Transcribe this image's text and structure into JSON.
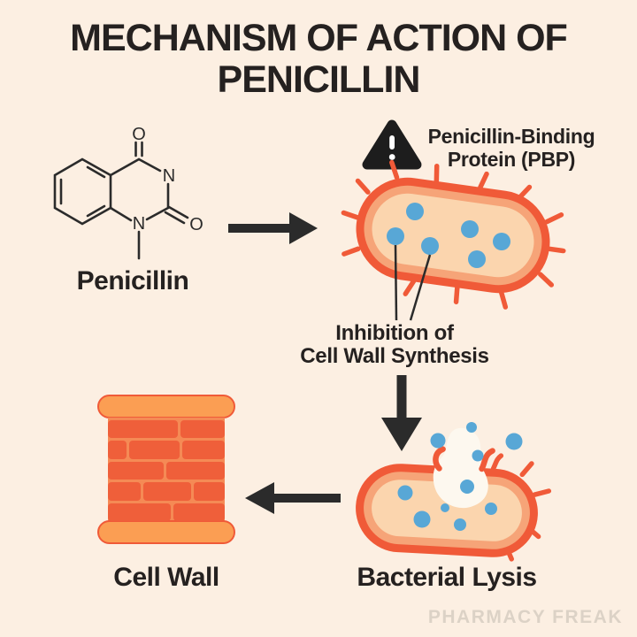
{
  "title": {
    "line1": "MECHANISM OF ACTION OF",
    "line2": "PENICILLIN"
  },
  "molecule": {
    "label": "Penicillin",
    "atom_o_top": "O",
    "atom_n3": "N",
    "atom_o2": "O",
    "atom_n1": "N"
  },
  "pbp": {
    "line1": "Penicillin-Binding",
    "line2": "Protein (PBP)"
  },
  "inhibition": {
    "line1": "Inhibition of",
    "line2": "Cell Wall Synthesis"
  },
  "lysis_label": "Bacterial Lysis",
  "cell_wall_label": "Cell Wall",
  "watermark": "PHARMACY FREAK",
  "colors": {
    "background": "#fcefe2",
    "text_dark": "#252120",
    "line_dark": "#2b2b2b",
    "bacteria_outer": "#f05a38",
    "bacteria_mid": "#f6a478",
    "bacteria_inner": "#fbd5ae",
    "pbp_dot_blue": "#58a7d6",
    "brick": "#ef5f3a",
    "mortar": "#f58a55",
    "wall_cap": "#fb9e53",
    "burst_white": "#fdf8ef",
    "watermark_gray": "#dcd2c6"
  }
}
